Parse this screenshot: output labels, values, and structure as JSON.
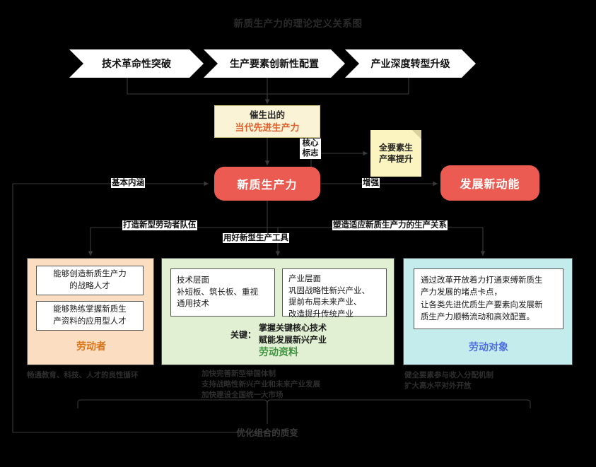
{
  "title": "新质生产力的理论定义关系图",
  "flow_chevrons": [
    {
      "label": "技术革命性突破"
    },
    {
      "label": "生产要素创新性配置"
    },
    {
      "label": "产业深度转型升级"
    }
  ],
  "catalyst_box": {
    "line1": "催生出的",
    "line2": "当代先进生产力",
    "fill": "#fbf3d5",
    "accent": "#e0612f"
  },
  "sticky_note": {
    "line1": "全要素生",
    "line2": "产率提升",
    "fill": "#fbf3c0"
  },
  "core_node": {
    "label": "新质生产力",
    "fill": "#ec5b52"
  },
  "momentum_node": {
    "label": "发展新动能",
    "fill": "#ec5b52"
  },
  "edge_labels": {
    "basic_meaning": "基本内涵",
    "core_marker_l1": "核心",
    "core_marker_l2": "标志",
    "enhance": "增强",
    "build_workforce": "打造新型劳动者队伍",
    "use_tools": "用好新型生产工具",
    "shape_relations": "塑造适应新质生产力的生产关系"
  },
  "panels": {
    "labor": {
      "title": "劳动者",
      "accent": "#d9751a",
      "fill": "#fbdec2",
      "cards": [
        "能够创造新质生产力\n的战略人才",
        "能够熟练掌握新质生\n产资料的应用型人才"
      ]
    },
    "material": {
      "title": "劳动资料",
      "accent": "#3f9440",
      "fill": "#e1f0d2",
      "cards": [
        "技术层面\n补短板、筑长板、重视\n通用技术",
        "产业层面\n巩固战略性新兴产业、\n提前布局未来产业、\n改造提升传统产业"
      ],
      "key_label": "关键：",
      "key_lines": "掌握关键核心技术\n赋能发展新兴产业"
    },
    "object": {
      "title": "劳动对象",
      "accent": "#4f6ee0",
      "fill": "#c4ecec",
      "cards": [
        "通过改革开放着力打通束缚新质生\n产力发展的堵点卡点，\n让各类先进优质生产要素向发展新\n质生产力顺畅流动和高效配置。"
      ]
    }
  },
  "footnotes": {
    "labor": "畅通教育、科技、人才的良性循环",
    "material": "加快完善新型举国体制\n支持战略性新兴产业和未来产业发展\n加快建设全国统一大市场",
    "object": "健全要素参与收入分配机制\n扩大高水平对外开放"
  },
  "bottom_summary": "优化组合的质变"
}
